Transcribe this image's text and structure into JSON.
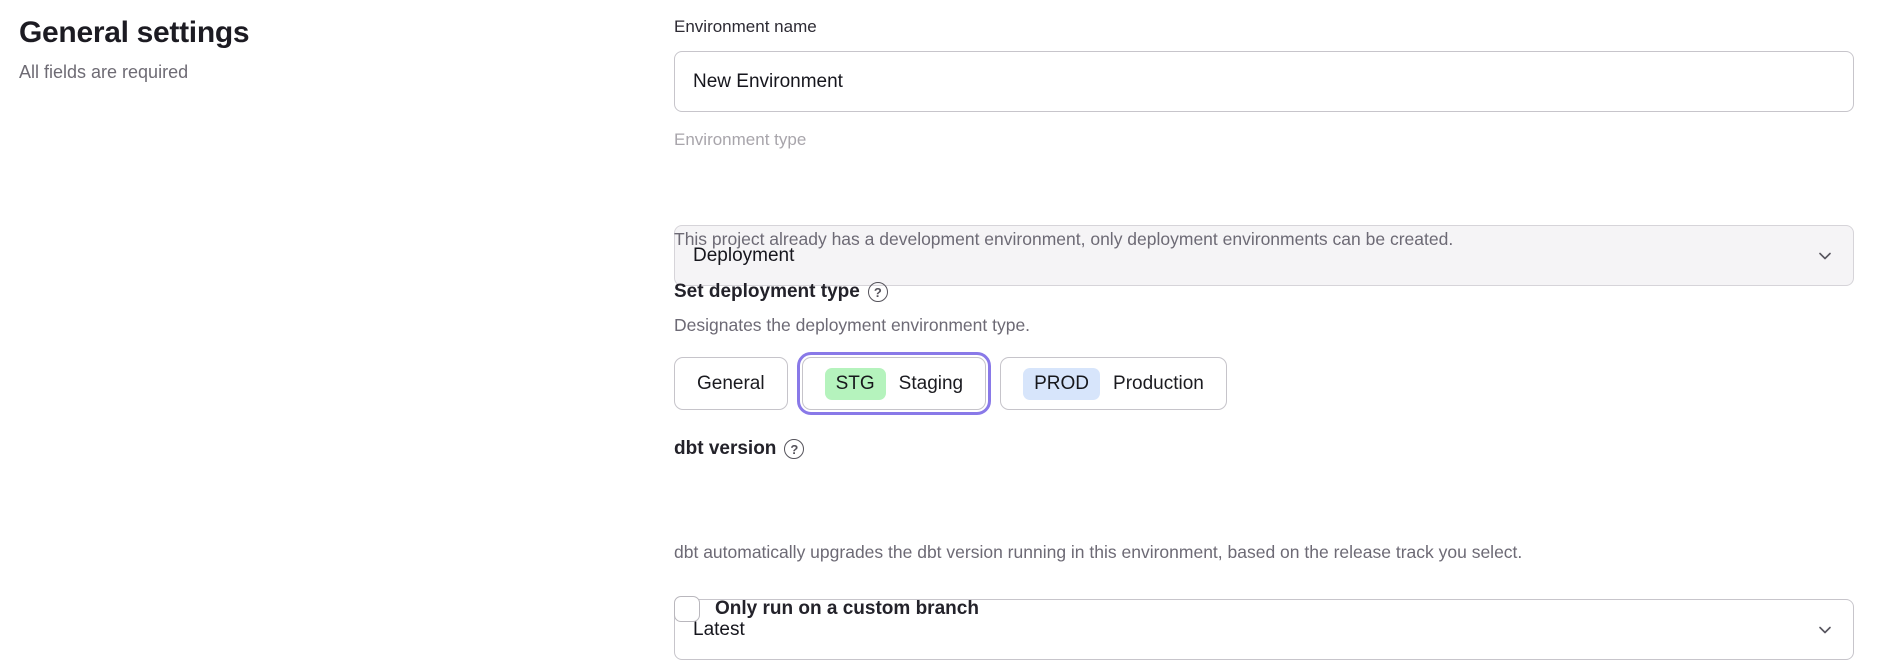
{
  "header": {
    "title": "General settings",
    "subtitle": "All fields are required"
  },
  "form": {
    "help_glyph": "?",
    "environment_name": {
      "label": "Environment name",
      "value": "New Environment"
    },
    "environment_type": {
      "label": "Environment type",
      "value": "Deployment",
      "disabled": true,
      "helper": "This project already has a development environment, only deployment environments can be created."
    },
    "deployment_type": {
      "label": "Set deployment type",
      "helper": "Designates the deployment environment type.",
      "options": [
        {
          "label": "General",
          "selected": false
        },
        {
          "label": "Staging",
          "badge": "STG",
          "badge_color": "#b5f3bd",
          "selected": true
        },
        {
          "label": "Production",
          "badge": "PROD",
          "badge_color": "#d7e5fb",
          "selected": false
        }
      ]
    },
    "dbt_version": {
      "label": "dbt version",
      "value": "Latest",
      "helper": "dbt automatically upgrades the dbt version running in this environment, based on the release track you select."
    },
    "custom_branch": {
      "label": "Only run on a custom branch",
      "checked": false
    }
  },
  "colors": {
    "selected_ring": "#8979e8",
    "staging_badge_bg": "#b5f3bd",
    "production_badge_bg": "#d7e5fb",
    "disabled_field_bg": "#f5f4f6"
  }
}
